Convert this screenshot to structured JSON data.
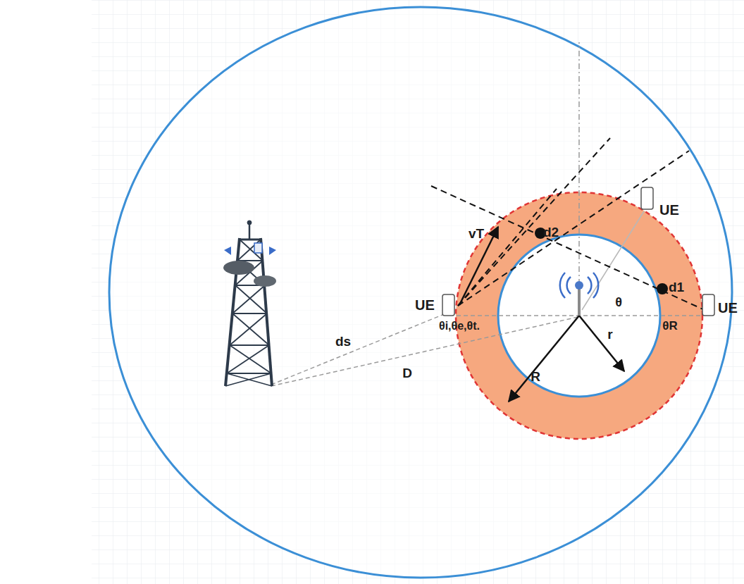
{
  "diagram": {
    "labels": [
      "UE",
      "UE",
      "UE",
      "vT",
      "d2",
      "d1",
      "θ",
      "θi,θe,θt.",
      "θR",
      "ds",
      "D",
      "R",
      "r"
    ]
  }
}
